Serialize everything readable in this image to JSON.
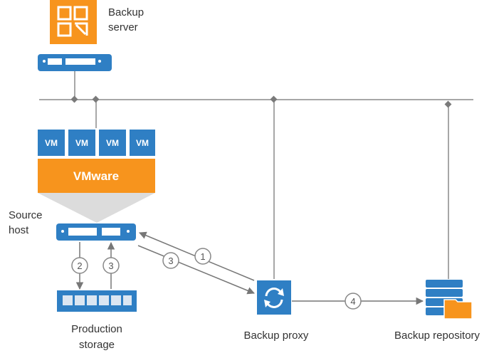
{
  "labels": {
    "backup_server_line1": "Backup",
    "backup_server_line2": "server",
    "source_host_line1": "Source",
    "source_host_line2": "host",
    "production_storage_line1": "Production",
    "production_storage_line2": "storage",
    "backup_proxy": "Backup proxy",
    "backup_repository": "Backup repository"
  },
  "vms": [
    "VM",
    "VM",
    "VM",
    "VM"
  ],
  "hypervisor": "VMware",
  "steps": [
    "1",
    "2",
    "3",
    "3",
    "4"
  ],
  "colors": {
    "orange": "#f7941d",
    "blue": "#2f7fc4",
    "line": "#8a8a8a",
    "cone": "#dcdcdc"
  }
}
